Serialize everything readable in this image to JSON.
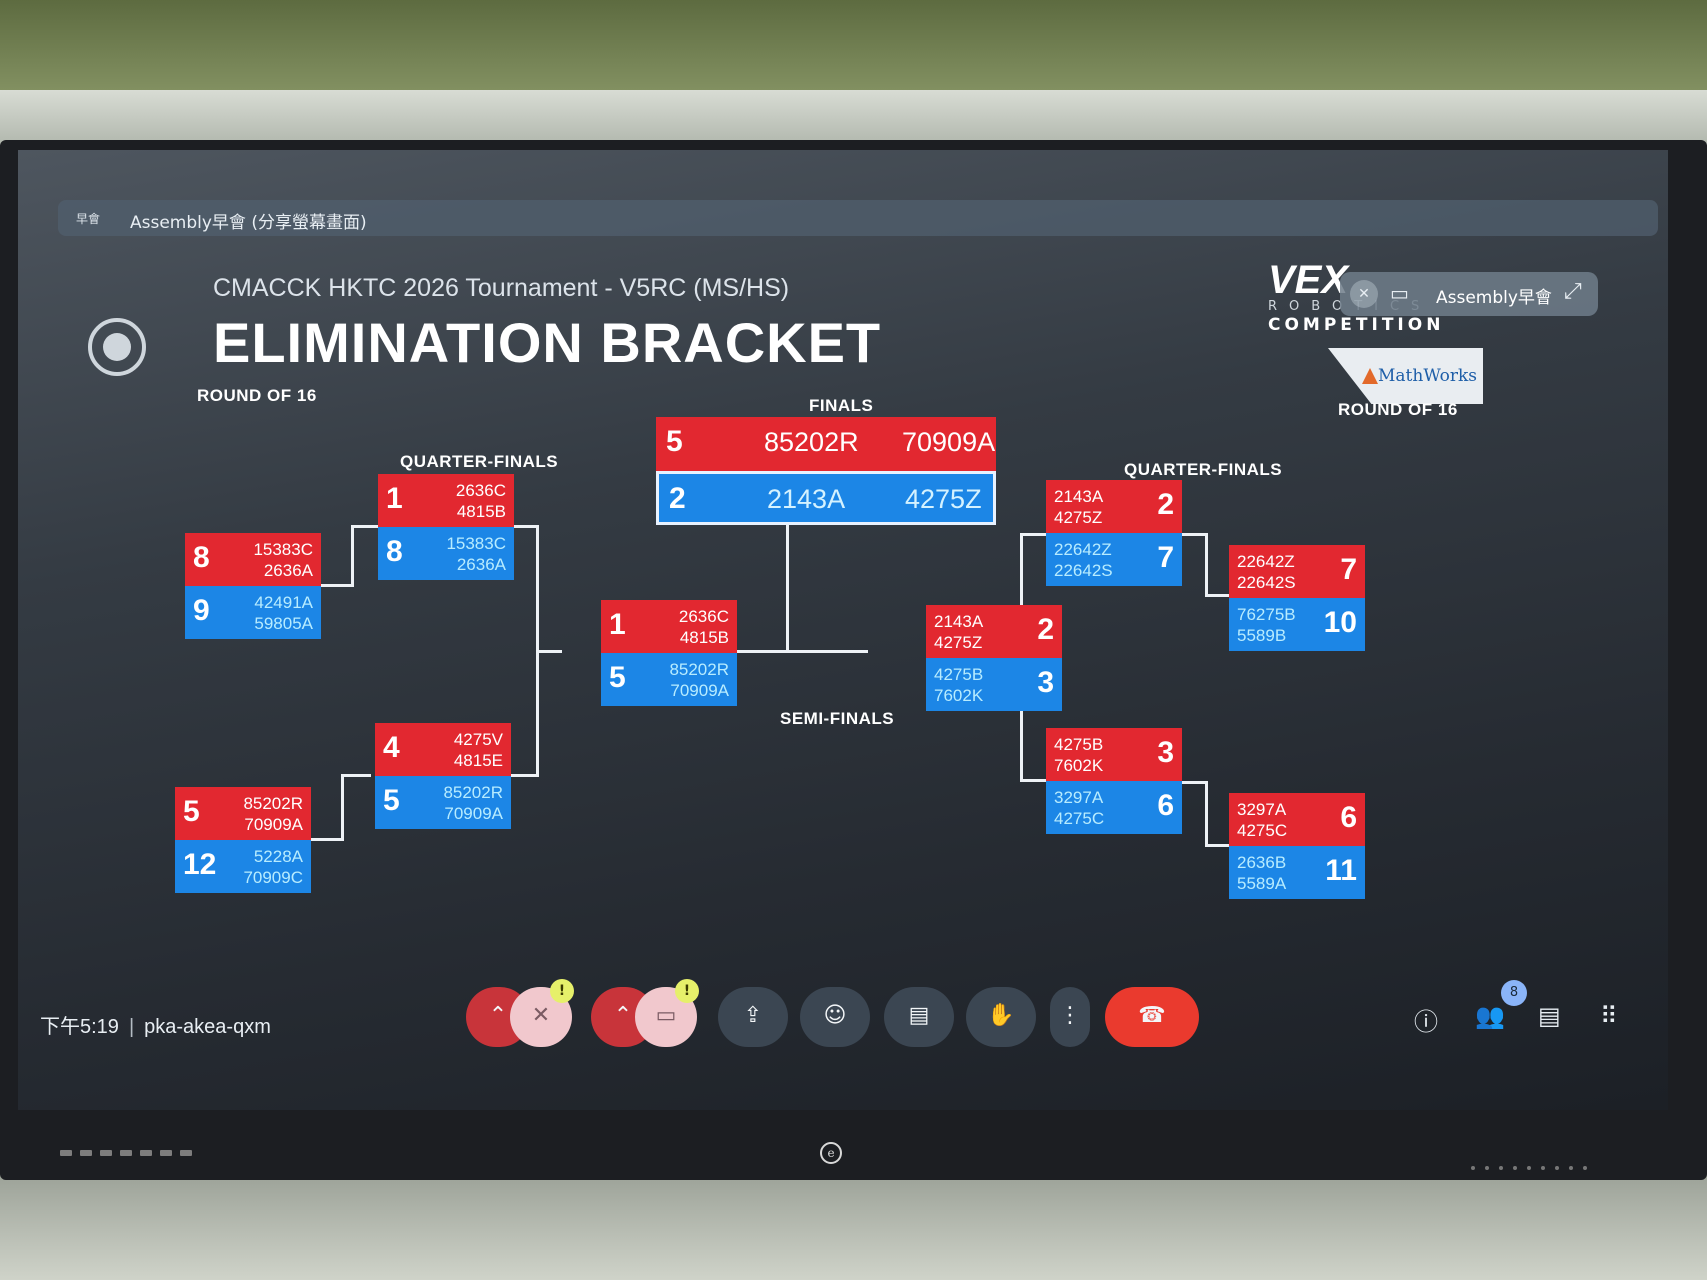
{
  "meeting": {
    "presenter_badge": "早會",
    "presenter_label": "Assembly早會 (分享螢幕畫面)",
    "self_tile_name": "Assembly早會",
    "clock": "下午5:19",
    "separator": "|",
    "meeting_code": "pka-akea-qxm",
    "participant_count": "8",
    "warning_mark": "!",
    "icons": {
      "mic_off": "mic-off-icon",
      "cam_off": "camera-off-icon",
      "present": "present-screen-icon",
      "emoji": "emoji-icon",
      "captions": "captions-icon",
      "hand": "raise-hand-icon",
      "more": "more-options-icon",
      "end_call": "end-call-icon",
      "info": "info-icon",
      "people": "people-icon",
      "chat": "chat-icon",
      "activities": "activities-icon"
    },
    "colors": {
      "end_call": "#ea3a2e",
      "muted_toggle": "#c8343a",
      "warning": "#e6f06a"
    }
  },
  "presentation": {
    "subtitle": "CMACCK HKTC 2026 Tournament - V5RC (MS/HS)",
    "title": "ELIMINATION BRACKET",
    "logo": {
      "mark": "VEX",
      "word1": "ROBOTICS",
      "word2": "COMPETITION",
      "sponsor": "MathWorks"
    },
    "labels": {
      "round_of_16_left": "ROUND OF 16",
      "round_of_16_right": "ROUND OF 16",
      "quarter_finals_left": "QUARTER-FINALS",
      "quarter_finals_right": "QUARTER-FINALS",
      "semi_finals": "SEMI-FINALS",
      "finals": "FINALS"
    },
    "colors": {
      "red_alliance": "#e22830",
      "blue_alliance": "#1c86e6"
    },
    "matches": {
      "r16_left_top": {
        "red": {
          "seed": "8",
          "teams": [
            "15383C",
            "2636A"
          ]
        },
        "blue": {
          "seed": "9",
          "teams": [
            "42491A",
            "59805A"
          ]
        }
      },
      "r16_left_bottom": {
        "red": {
          "seed": "5",
          "teams": [
            "85202R",
            "70909A"
          ]
        },
        "blue": {
          "seed": "12",
          "teams": [
            "5228A",
            "70909C"
          ]
        }
      },
      "qf_left_top": {
        "red": {
          "seed": "1",
          "teams": [
            "2636C",
            "4815B"
          ]
        },
        "blue": {
          "seed": "8",
          "teams": [
            "15383C",
            "2636A"
          ]
        }
      },
      "qf_left_bottom": {
        "red": {
          "seed": "4",
          "teams": [
            "4275V",
            "4815E"
          ]
        },
        "blue": {
          "seed": "5",
          "teams": [
            "85202R",
            "70909A"
          ]
        }
      },
      "sf_left": {
        "red": {
          "seed": "1",
          "teams": [
            "2636C",
            "4815B"
          ]
        },
        "blue": {
          "seed": "5",
          "teams": [
            "85202R",
            "70909A"
          ]
        }
      },
      "sf_right": {
        "red": {
          "seed": "2",
          "teams": [
            "2143A",
            "4275Z"
          ]
        },
        "blue": {
          "seed": "3",
          "teams": [
            "4275B",
            "7602K"
          ]
        }
      },
      "qf_right_top": {
        "red": {
          "seed": "2",
          "teams": [
            "2143A",
            "4275Z"
          ]
        },
        "blue": {
          "seed": "7",
          "teams": [
            "22642Z",
            "22642S"
          ]
        }
      },
      "qf_right_bottom": {
        "red": {
          "seed": "3",
          "teams": [
            "4275B",
            "7602K"
          ]
        },
        "blue": {
          "seed": "6",
          "teams": [
            "3297A",
            "4275C"
          ]
        }
      },
      "r16_right_top": {
        "red": {
          "seed": "7",
          "teams": [
            "22642Z",
            "22642S"
          ]
        },
        "blue": {
          "seed": "10",
          "teams": [
            "76275B",
            "5589B"
          ]
        }
      },
      "r16_right_bottom": {
        "red": {
          "seed": "6",
          "teams": [
            "3297A",
            "4275C"
          ]
        },
        "blue": {
          "seed": "11",
          "teams": [
            "2636B",
            "5589A"
          ]
        }
      }
    },
    "finals": {
      "red": {
        "seed": "5",
        "teams": [
          "85202R",
          "70909A"
        ]
      },
      "blue": {
        "seed": "2",
        "teams": [
          "2143A",
          "4275Z"
        ]
      }
    }
  }
}
